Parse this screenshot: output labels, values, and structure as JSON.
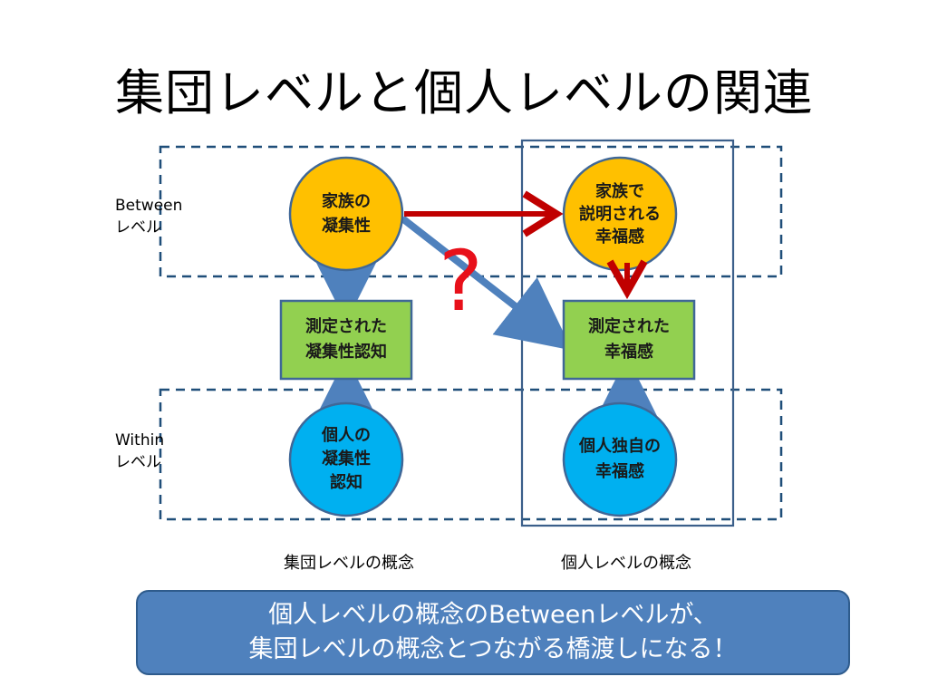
{
  "title": "集団レベルと個人レベルの関連",
  "levels": {
    "between": {
      "line1": "Between",
      "line2": "レベル"
    },
    "within": {
      "line1": "Within",
      "line2": "レベル"
    }
  },
  "nodes": {
    "family_cohesion": "家族の\n凝集性",
    "family_happiness": "家族で\n説明される\n幸福感",
    "measured_cohesion": "測定された\n凝集性認知",
    "measured_happiness": "測定された\n幸福感",
    "individual_cohesion": "個人の\n凝集性\n認知",
    "individual_happiness": "個人独自の\n幸福感"
  },
  "question_mark": "?",
  "captions": {
    "group": "集団レベルの概念",
    "individual": "個人レベルの概念"
  },
  "summary": {
    "line1": "個人レベルの概念のBetweenレベルが、",
    "line2": "集団レベルの概念とつながる橋渡しになる！"
  },
  "colors": {
    "orange_node": "#ffc000",
    "blue_node": "#00b0f0",
    "green_box": "#92d050",
    "blue_arrow": "#4f81bd",
    "red_arrow": "#c00000",
    "dashed_border": "#1f4e79",
    "question_mark": "#e8101a"
  }
}
